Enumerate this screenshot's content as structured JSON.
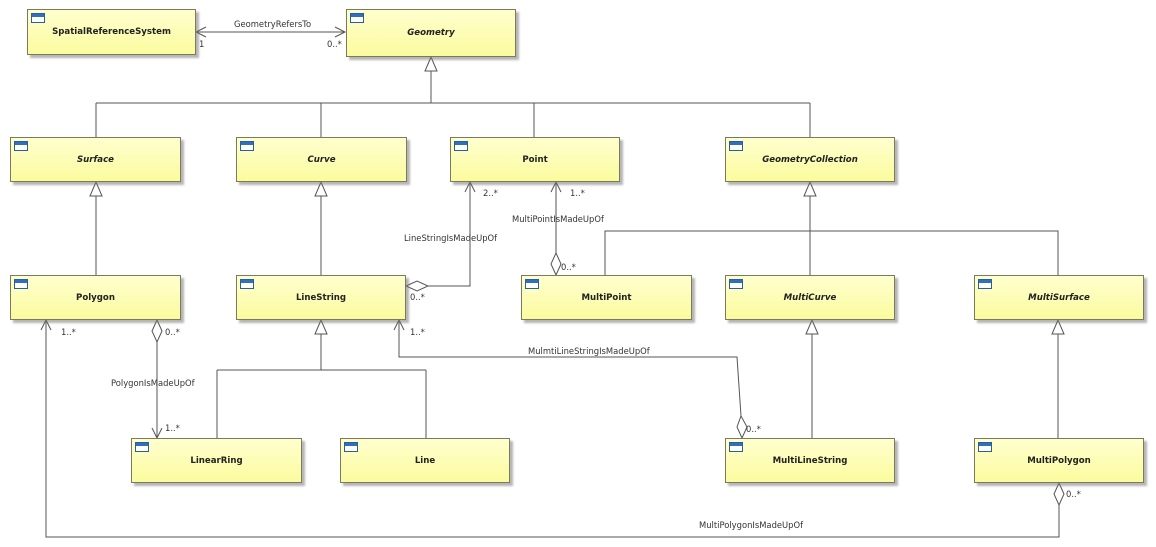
{
  "classes": {
    "spatialreferencesystem": "SpatialReferenceSystem",
    "geometry": "Geometry",
    "surface": "Surface",
    "curve": "Curve",
    "point": "Point",
    "geometrycollection": "GeometryCollection",
    "polygon": "Polygon",
    "linestring": "LineString",
    "multipoint": "MultiPoint",
    "multicurve": "MultiCurve",
    "multisurface": "MultiSurface",
    "linearring": "LinearRing",
    "line": "Line",
    "multilinestring": "MultiLineString",
    "multipolygon": "MultiPolygon"
  },
  "associations": {
    "geometry_refers_to": "GeometryRefersTo",
    "linestring_made_up_of": "LineStringIsMadeUpOf",
    "multipoint_made_up_of": "MultiPointIsMadeUpOf",
    "polygon_made_up_of": "PolygonIsMadeUpOf",
    "multilinestring_made_up_of": "MulmtiLineStringIsMadeUpOf",
    "multipolygon_made_up_of": "MultiPolygonIsMadeUpOf"
  },
  "multiplicities": {
    "srs_end": "1",
    "geometry_end": "0..*",
    "linestring_point_end": "2..*",
    "linestring_whole_end": "0..*",
    "multipoint_point_end": "1..*",
    "multipoint_whole_end": "0..*",
    "polygon_whole_end": "0..*",
    "linearring_end": "1..*",
    "linestring_part_end": "1..*",
    "multilinestring_whole_end": "0..*",
    "polygon_part_end": "1..*",
    "multipolygon_whole_end": "0..*"
  },
  "colors": {
    "class_fill": "#fbfb9e",
    "class_border": "#7b7b5a",
    "icon_accent": "#2f6fbf",
    "line": "#555555"
  }
}
